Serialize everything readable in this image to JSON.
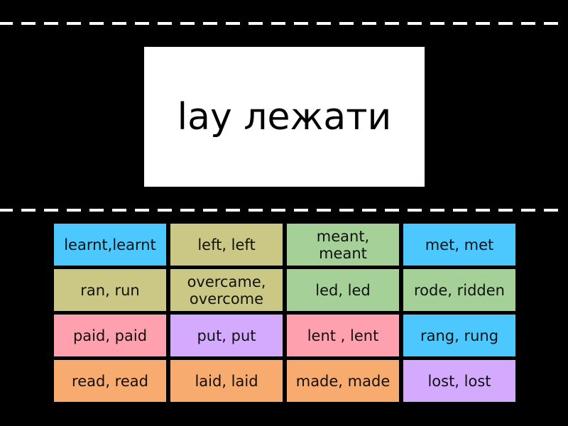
{
  "prompt": {
    "text": "lay лежати"
  },
  "colors": {
    "blue": "#4dc8ff",
    "olive": "#cbc785",
    "green": "#a5d199",
    "pink": "#ffa0ae",
    "purple": "#d4aaff",
    "orange": "#f7ab6e"
  },
  "tiles": [
    {
      "label": "learnt,learnt",
      "color": "#4dc8ff"
    },
    {
      "label": "left, left",
      "color": "#cbc785"
    },
    {
      "label": "meant, meant",
      "color": "#a5d199"
    },
    {
      "label": "met, met",
      "color": "#4dc8ff"
    },
    {
      "label": "ran, run",
      "color": "#cbc785"
    },
    {
      "label": "overcame, overcome",
      "color": "#cbc785"
    },
    {
      "label": "led, led",
      "color": "#a5d199"
    },
    {
      "label": "rode, ridden",
      "color": "#a5d199"
    },
    {
      "label": "paid, paid",
      "color": "#ffa0ae"
    },
    {
      "label": "put, put",
      "color": "#d4aaff"
    },
    {
      "label": "lent , lent",
      "color": "#ffa0ae"
    },
    {
      "label": "rang, rung",
      "color": "#4dc8ff"
    },
    {
      "label": "read, read",
      "color": "#f7ab6e"
    },
    {
      "label": "laid, laid",
      "color": "#f7ab6e"
    },
    {
      "label": "made, made",
      "color": "#f7ab6e"
    },
    {
      "label": "lost, lost",
      "color": "#d4aaff"
    }
  ]
}
